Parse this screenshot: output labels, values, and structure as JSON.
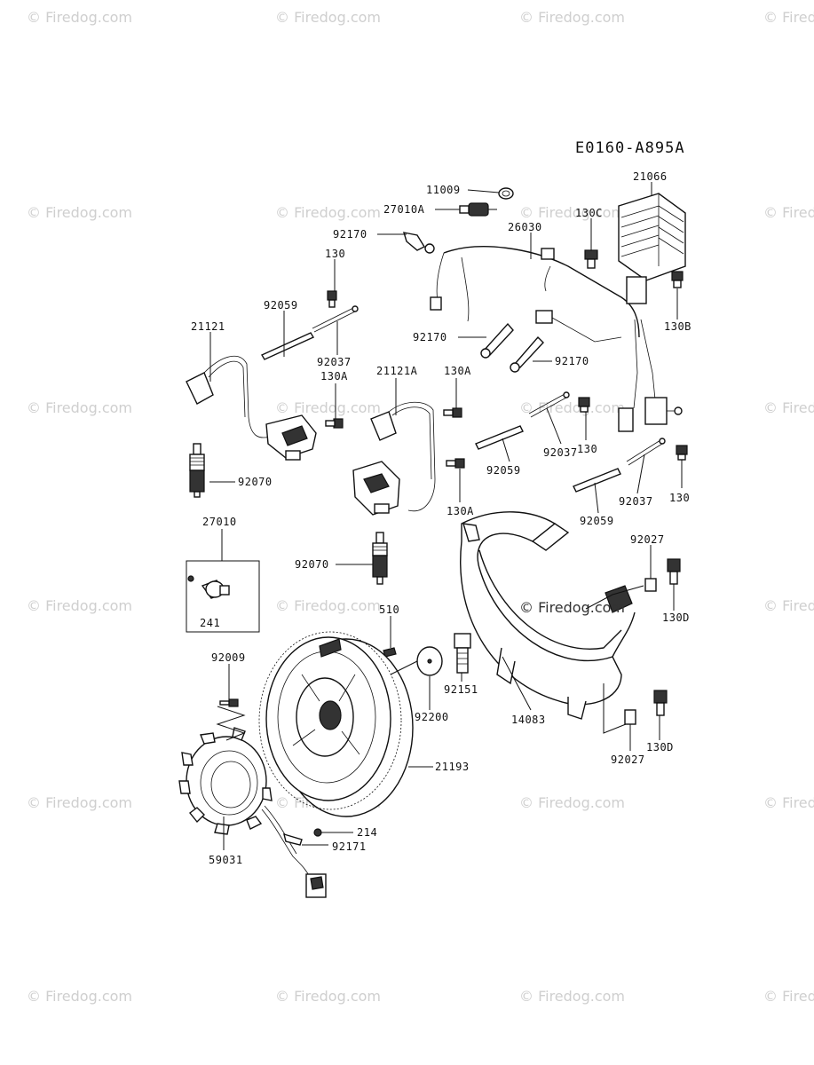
{
  "diagram": {
    "code": "E0160-A895A",
    "watermark": "© Firedog.com",
    "center_watermark": "© Firedog.com",
    "labels": {
      "l11009": "11009",
      "l27010A": "27010A",
      "l21066": "21066",
      "l130C": "130C",
      "l26030": "26030",
      "l92170a": "92170",
      "l130a": "130",
      "l130B": "130B",
      "l92059a": "92059",
      "l21121": "21121",
      "l92037a": "92037",
      "l130Aa": "130A",
      "l92170b": "92170",
      "l92170c": "92170",
      "l21121A": "21121A",
      "l130Ab": "130A",
      "l130b": "130",
      "l92037b": "92037",
      "l92059b": "92059",
      "l130c": "130",
      "l92037c": "92037",
      "l92059c": "92059",
      "l92070a": "92070",
      "l130Ac": "130A",
      "l27010": "27010",
      "l241": "241",
      "l92070b": "92070",
      "l92027a": "92027",
      "l130Da": "130D",
      "l510": "510",
      "l92009": "92009",
      "l92151": "92151",
      "l92200": "92200",
      "l14083": "14083",
      "l130Db": "130D",
      "l92027b": "92027",
      "l21193": "21193",
      "l214": "214",
      "l92171": "92171",
      "l59031": "59031"
    }
  }
}
